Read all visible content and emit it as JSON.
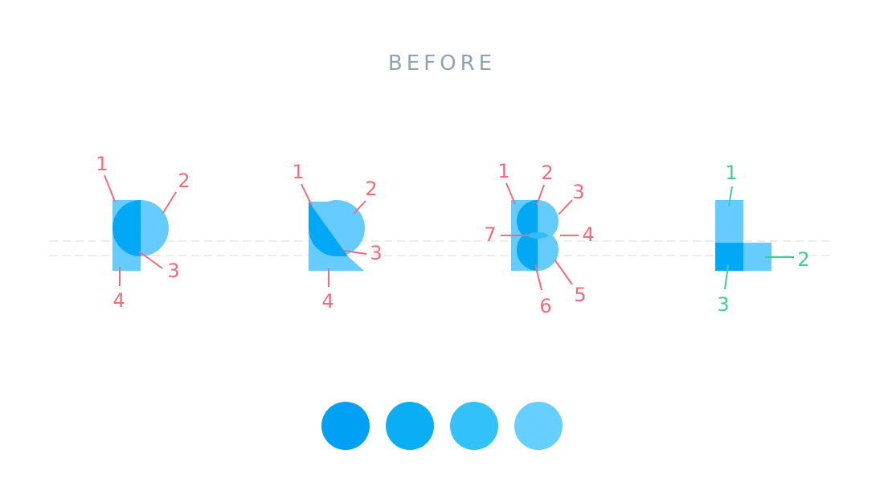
{
  "heading": "BEFORE",
  "colors": {
    "callout_red": "#f26b7a",
    "callout_green": "#3ecf8e",
    "light_blue": "#66ccff",
    "mid_blue": "#00a8f5",
    "guide_line": "#e6e6e6"
  },
  "letters": [
    {
      "name": "letter-p",
      "callouts": [
        "1",
        "2",
        "3",
        "4"
      ]
    },
    {
      "name": "letter-r",
      "callouts": [
        "1",
        "2",
        "3",
        "4"
      ]
    },
    {
      "name": "letter-b",
      "callouts": [
        "1",
        "2",
        "3",
        "4",
        "5",
        "6",
        "7"
      ]
    },
    {
      "name": "letter-l",
      "callouts": [
        "1",
        "2",
        "3"
      ]
    }
  ],
  "swatches": [
    {
      "color": "#00a0f5"
    },
    {
      "color": "#0aaef5"
    },
    {
      "color": "#33c1fa"
    },
    {
      "color": "#66cfff"
    }
  ]
}
